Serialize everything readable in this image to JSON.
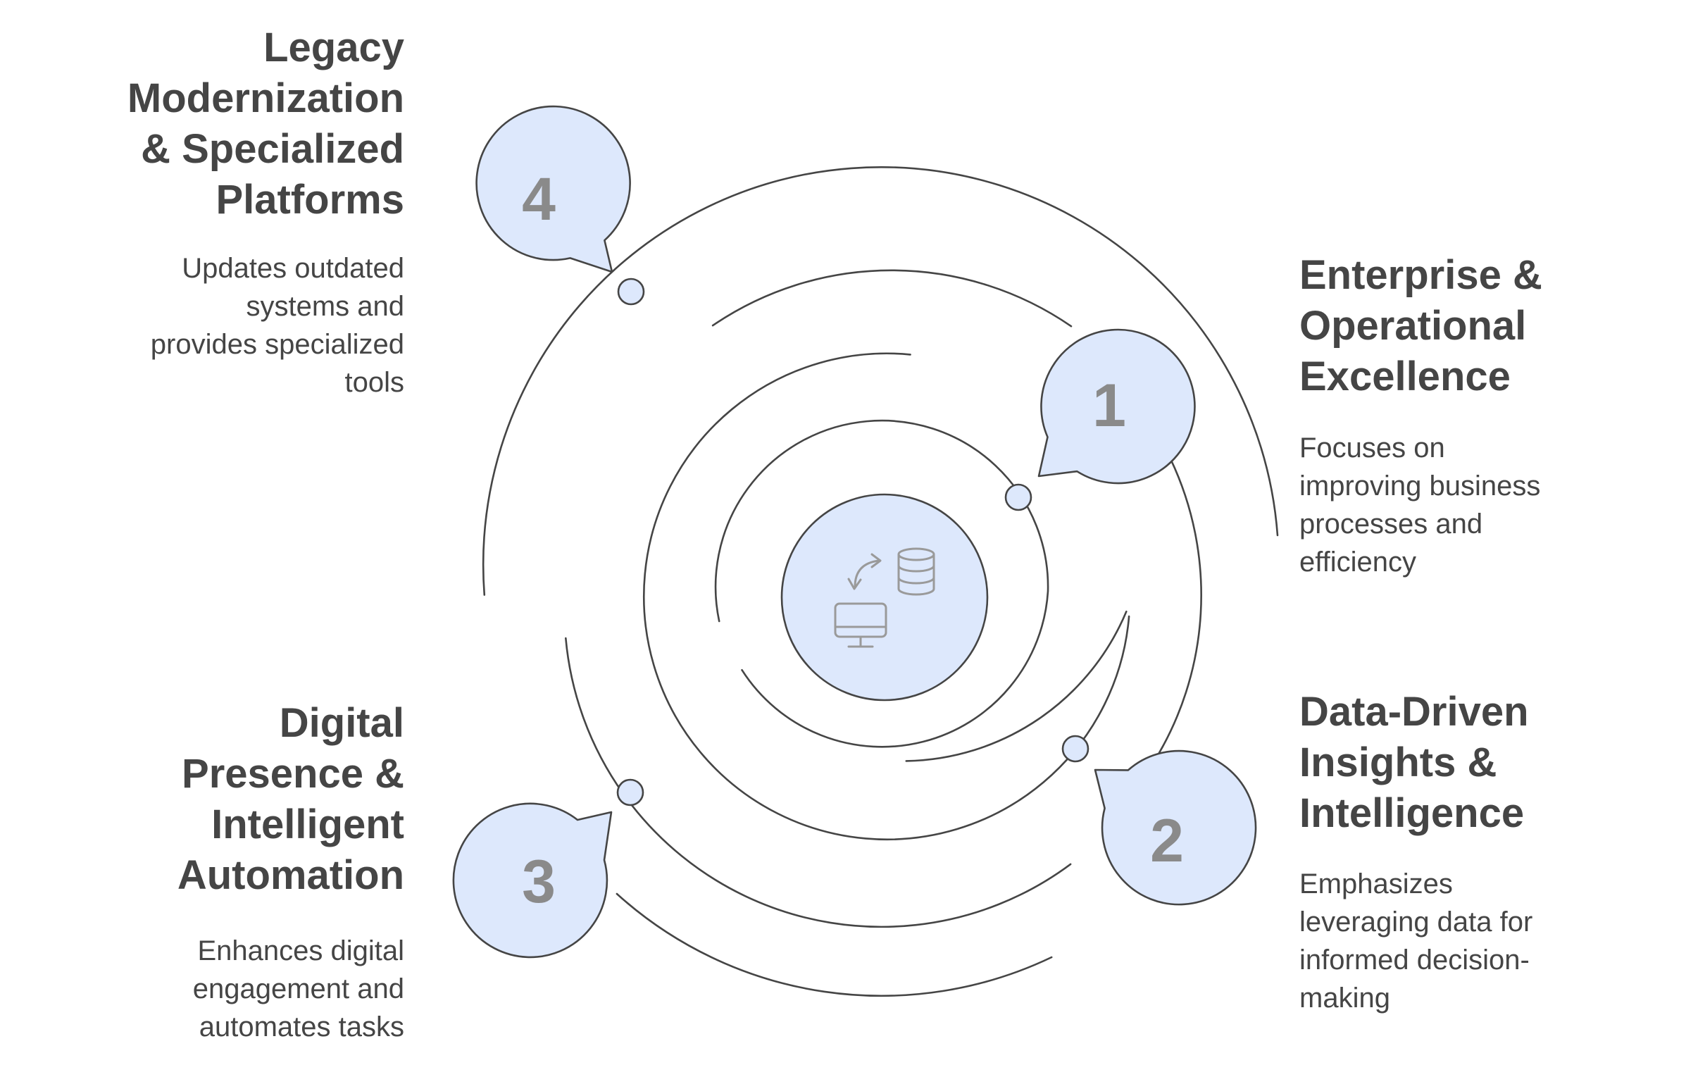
{
  "colors": {
    "bubble_fill": "#dde8fc",
    "stroke": "#454545",
    "number": "#8a8a8a",
    "icon": "#9a9a9a",
    "text": "#454545"
  },
  "center": {
    "icons": [
      "sync-arrows-icon",
      "database-icon",
      "monitor-icon"
    ]
  },
  "items": [
    {
      "number": "1",
      "title": "Enterprise &\nOperational\nExcellence",
      "description": "Focuses on\nimproving business\nprocesses and\nefficiency"
    },
    {
      "number": "2",
      "title": "Data-Driven\nInsights &\nIntelligence",
      "description": "Emphasizes\nleveraging data for\ninformed decision-\nmaking"
    },
    {
      "number": "3",
      "title": "Digital\nPresence &\nIntelligent\nAutomation",
      "description": "Enhances digital\nengagement and\nautomates tasks"
    },
    {
      "number": "4",
      "title": "Legacy\nModernization\n& Specialized\nPlatforms",
      "description": "Updates outdated\nsystems and\nprovides specialized\ntools"
    }
  ]
}
